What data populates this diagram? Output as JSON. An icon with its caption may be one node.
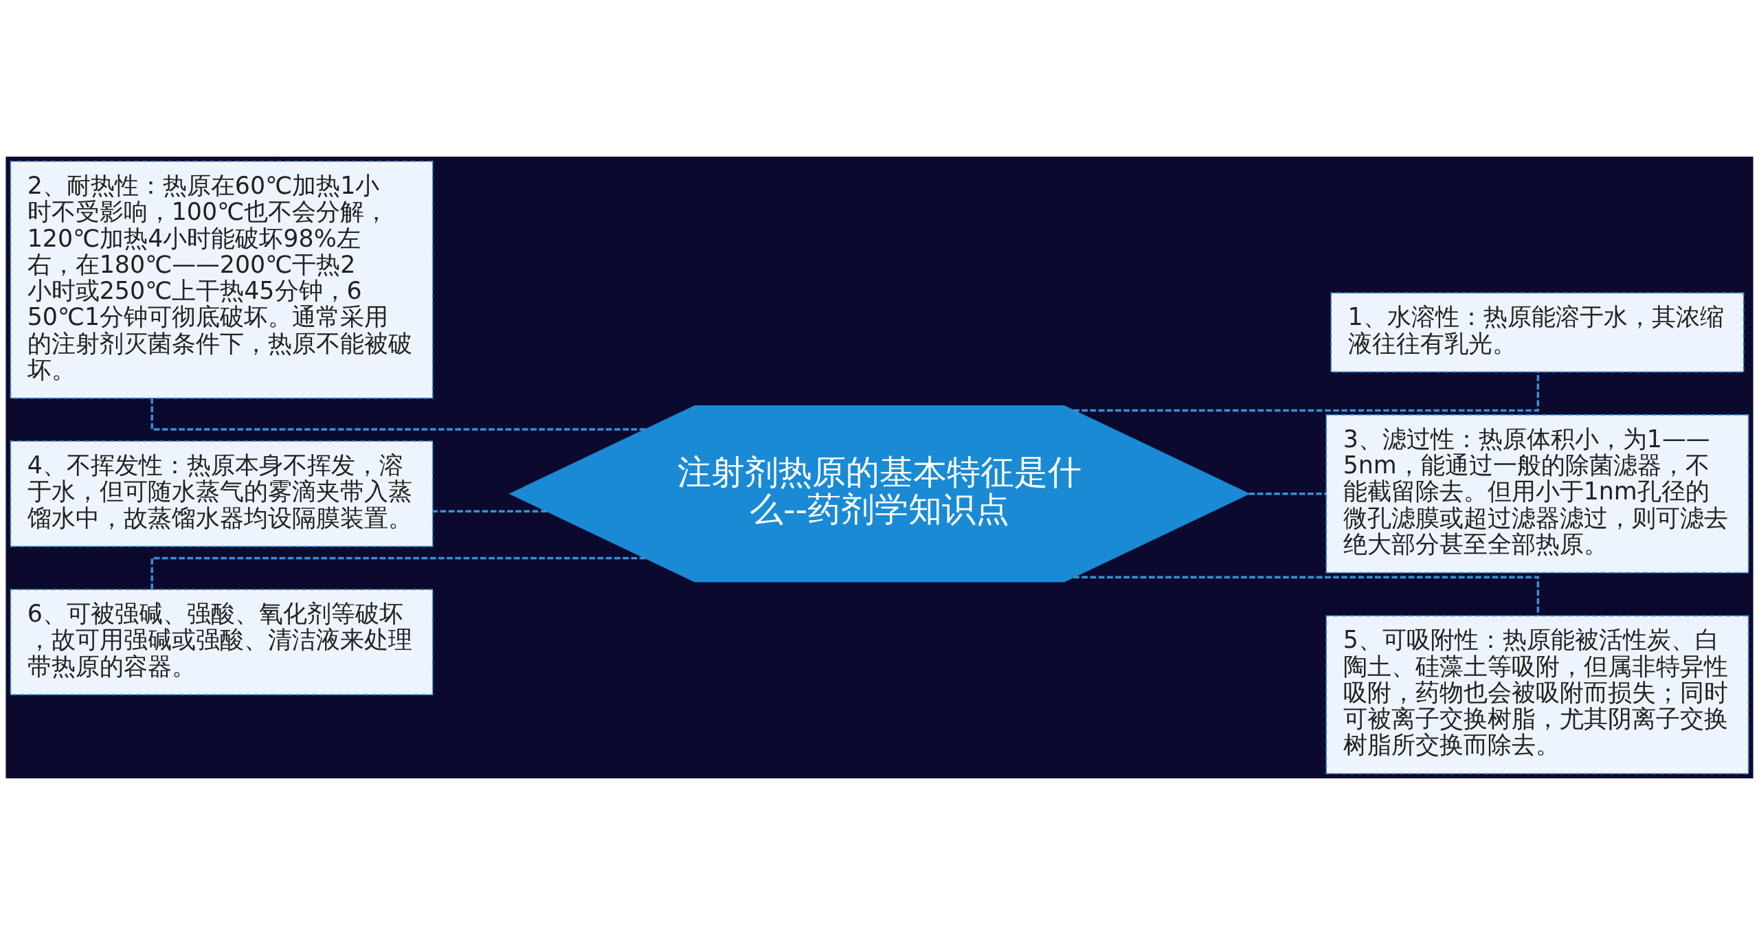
{
  "diagram": {
    "nodes": [
      {
        "text": [
          "注射剂热原的基本特征是什么--药剂学知识点"
        ]
      },
      {
        "text": [
          "1、水溶性：热原能溶于水，其浓缩液往往有乳光。"
        ]
      },
      {
        "text": [
          "2、耐热性：热原在60℃加热1小时不受影响，100℃也不会分解，120℃加热4小时能破坏98%左右，在180℃——200℃干热2小时或250℃上干热45分钟，650℃1分钟可彻底破坏。通常采用的注射剂灭菌条件下，热原不能被破坏。"
        ]
      },
      {
        "text": [
          "3、滤过性：热原体积小，为1——5nm，能通过一般的除菌滤器，不能截留除去。但用小于1nm孔径的微孔滤膜或超过滤器滤过，则可滤去绝大部分甚至全部热原。"
        ]
      },
      {
        "text": [
          "4、不挥发性：热原本身不挥发，溶于水，但可随水蒸气的雾滴夹带入蒸馏水中，故蒸馏水器均设隔膜装置。"
        ]
      },
      {
        "text": [
          "5、可吸附性：热原能被活性炭、白陶土、硅藻土等吸附，但属非特异性吸附，药物也会被吸附而损失；同时可被离子交换树脂，尤其阴离子交换树脂所交换而除去。"
        ]
      },
      {
        "text": [
          "6、可被强碱、强酸、氧化剂等破坏，故可用强碱或强酸、清洁液来处理带热原的容器。"
        ]
      }
    ],
    "edges": [
      {
        "from": 0,
        "to": 1,
        "arrow": "none",
        "style": "dashed"
      },
      {
        "from": 0,
        "to": 2,
        "arrow": "none",
        "style": "dashed"
      },
      {
        "from": 0,
        "to": 3,
        "arrow": "none",
        "style": "dashed"
      },
      {
        "from": 0,
        "to": 4,
        "arrow": "none",
        "style": "dashed"
      },
      {
        "from": 0,
        "to": 5,
        "arrow": "none",
        "style": "dashed"
      },
      {
        "from": 0,
        "to": 6,
        "arrow": "none",
        "style": "dashed"
      }
    ]
  }
}
